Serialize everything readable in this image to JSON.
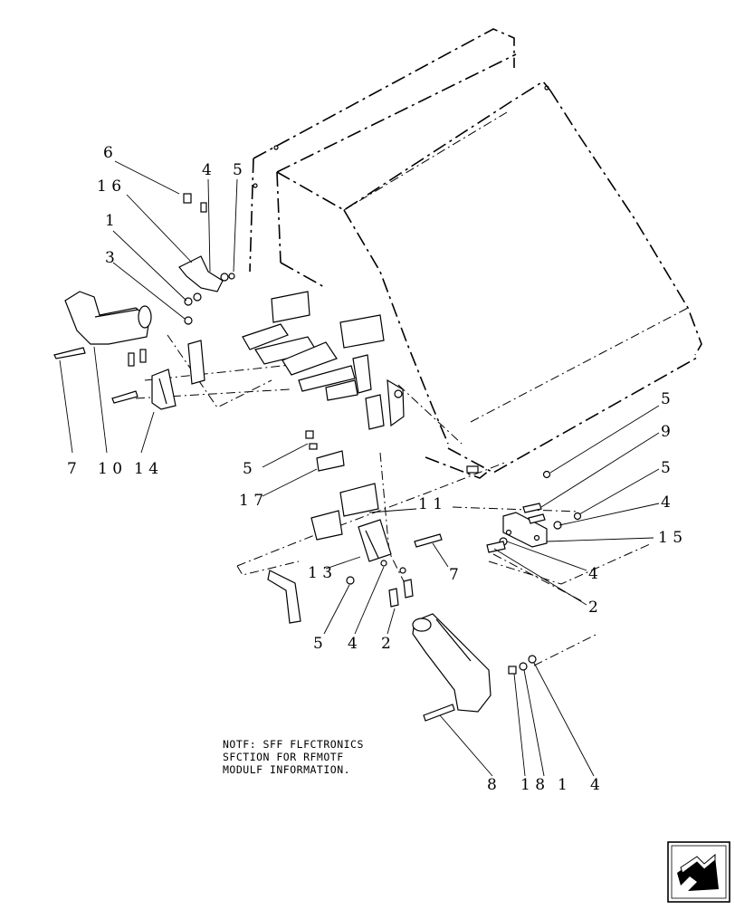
{
  "diagram": {
    "callouts": [
      {
        "id": "c6",
        "text": "6"
      },
      {
        "id": "c4a",
        "text": "4"
      },
      {
        "id": "c5a",
        "text": "5"
      },
      {
        "id": "c16",
        "text": "1 6"
      },
      {
        "id": "c1a",
        "text": "1"
      },
      {
        "id": "c3",
        "text": "3"
      },
      {
        "id": "c7a",
        "text": "7"
      },
      {
        "id": "c10",
        "text": "1 0"
      },
      {
        "id": "c14",
        "text": "1 4"
      },
      {
        "id": "c5b",
        "text": "5"
      },
      {
        "id": "c17",
        "text": "1 7"
      },
      {
        "id": "c11",
        "text": "1 1"
      },
      {
        "id": "c13",
        "text": "1 3"
      },
      {
        "id": "c7b",
        "text": "7"
      },
      {
        "id": "c5c",
        "text": "5"
      },
      {
        "id": "c4b",
        "text": "4"
      },
      {
        "id": "c2a",
        "text": "2"
      },
      {
        "id": "c5d",
        "text": "5"
      },
      {
        "id": "c9",
        "text": "9"
      },
      {
        "id": "c5e",
        "text": "5"
      },
      {
        "id": "c4c",
        "text": "4"
      },
      {
        "id": "c15",
        "text": "1 5"
      },
      {
        "id": "c4d",
        "text": "4"
      },
      {
        "id": "c2b",
        "text": "2"
      },
      {
        "id": "c8",
        "text": "8"
      },
      {
        "id": "c18",
        "text": "1 8"
      },
      {
        "id": "c1b",
        "text": "1"
      },
      {
        "id": "c4e",
        "text": "4"
      }
    ],
    "note_lines": [
      "NOTF: SFF FLFCTRONICS",
      "SFCTION FOR RFMOTF",
      "MODULF INFORMATION."
    ],
    "nav_icon": "next-page-arrow-icon"
  }
}
